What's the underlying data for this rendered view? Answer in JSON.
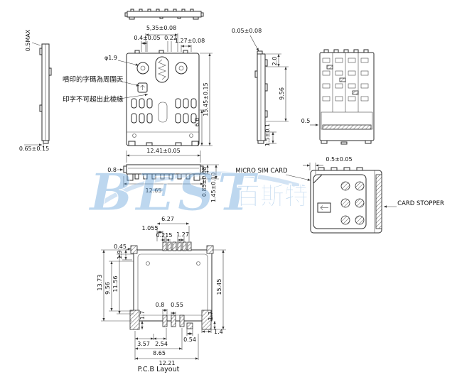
{
  "watermark": {
    "latin": "BEST",
    "cjk": "百斯特",
    "color": "#6fa8dc"
  },
  "notes": {
    "print_code": "噴印的字碼為周圍天",
    "print_limit": "印字不可超出此棱緣"
  },
  "labels": {
    "micro_sim_card": "MICRO SIM CARD",
    "card_stopper": "CARD STOPPER",
    "pcb_layout": "P.C.B Layout"
  },
  "dims": {
    "side_left_max": "0.5MAX",
    "side_left_bottom": "0.65±0.15",
    "top_width": "5,35±0.08",
    "top_a": "0.4±0.05",
    "top_b": "0.22",
    "top_c": "1.27±0.08",
    "top_hole": "φ1.9",
    "top_total_h": "15.45±0.15",
    "top_inner_h": "6.0",
    "front_width": "12.41±0.05",
    "front_tab": "0.8",
    "front_bottom": "12.65",
    "front_h1": "0.85±0.08",
    "front_h2": "1.45±0.10",
    "side_right_top": "0.05±0.08",
    "side_right_a": "2.0",
    "side_right_b": "9.56",
    "side_right_c": "1.5±0.1",
    "side_right_d": "0.5",
    "card_gap": "0.5±0.05",
    "pcb_t1": "6.27",
    "pcb_t2": "1.055",
    "pcb_t3": "0.215",
    "pcb_t4": "1.27",
    "pcb_t5": "0.45",
    "pcb_t6": "1.9",
    "pcb_l1": "13.73",
    "pcb_l2": "9.56",
    "pcb_l3": "11.56",
    "pcb_bl": "1.7",
    "pcb_br": "1.7",
    "pcb_r1": "15.45",
    "pcb_c1": "0.8",
    "pcb_c2": "0.55",
    "pcb_b1": "1.4",
    "pcb_b2": "0.54",
    "pcb_b3": "2.54",
    "pcb_b4": "3.57",
    "pcb_b5": "8.65",
    "pcb_b6": "12.21"
  }
}
